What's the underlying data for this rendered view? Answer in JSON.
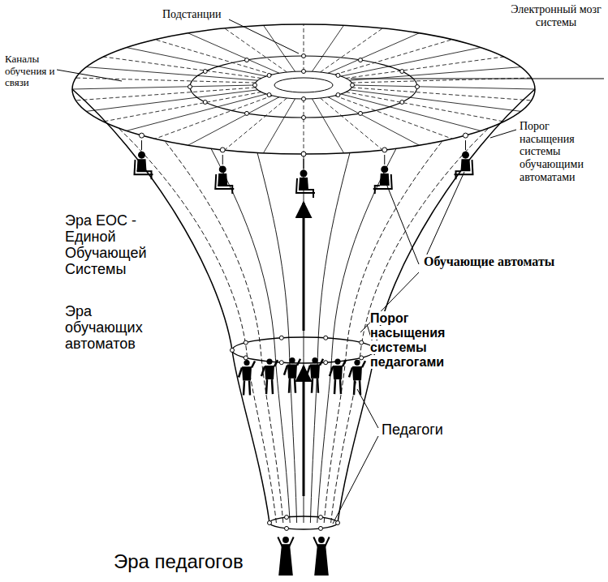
{
  "diagram": {
    "labels": [
      "Подстанции",
      "Электронный мозг системы",
      "Каналы обучения и связи",
      "Порог насыщения системы обучающими автоматами",
      "Эра ЕОС - Единой Обучающей Системы",
      "Обучающие автоматы",
      "Эра обучающих автоматов",
      "Порог насыщения системы педагогами",
      "Педагоги",
      "Эра педагогов"
    ]
  }
}
